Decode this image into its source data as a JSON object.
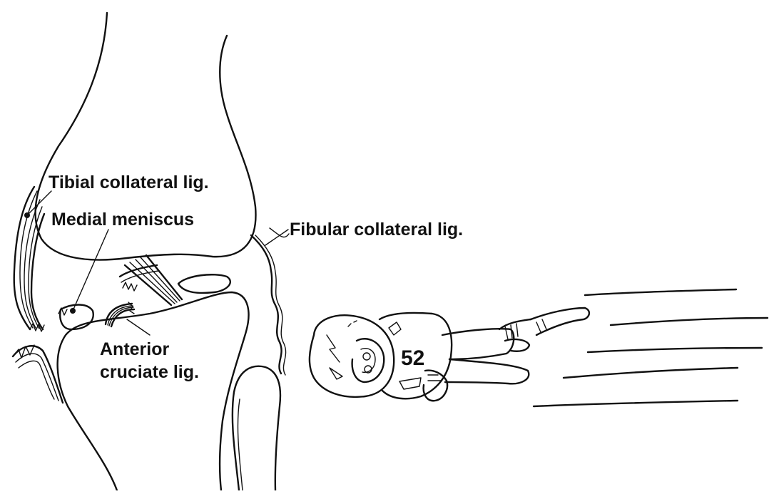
{
  "labels": {
    "tibial_collateral": "Tibial collateral lig.",
    "medial_meniscus": "Medial meniscus",
    "fibular_collateral": "Fibular collateral lig.",
    "anterior_cruciate_line1": "Anterior",
    "anterior_cruciate_line2": "cruciate lig."
  },
  "player": {
    "jersey_number": "52"
  }
}
